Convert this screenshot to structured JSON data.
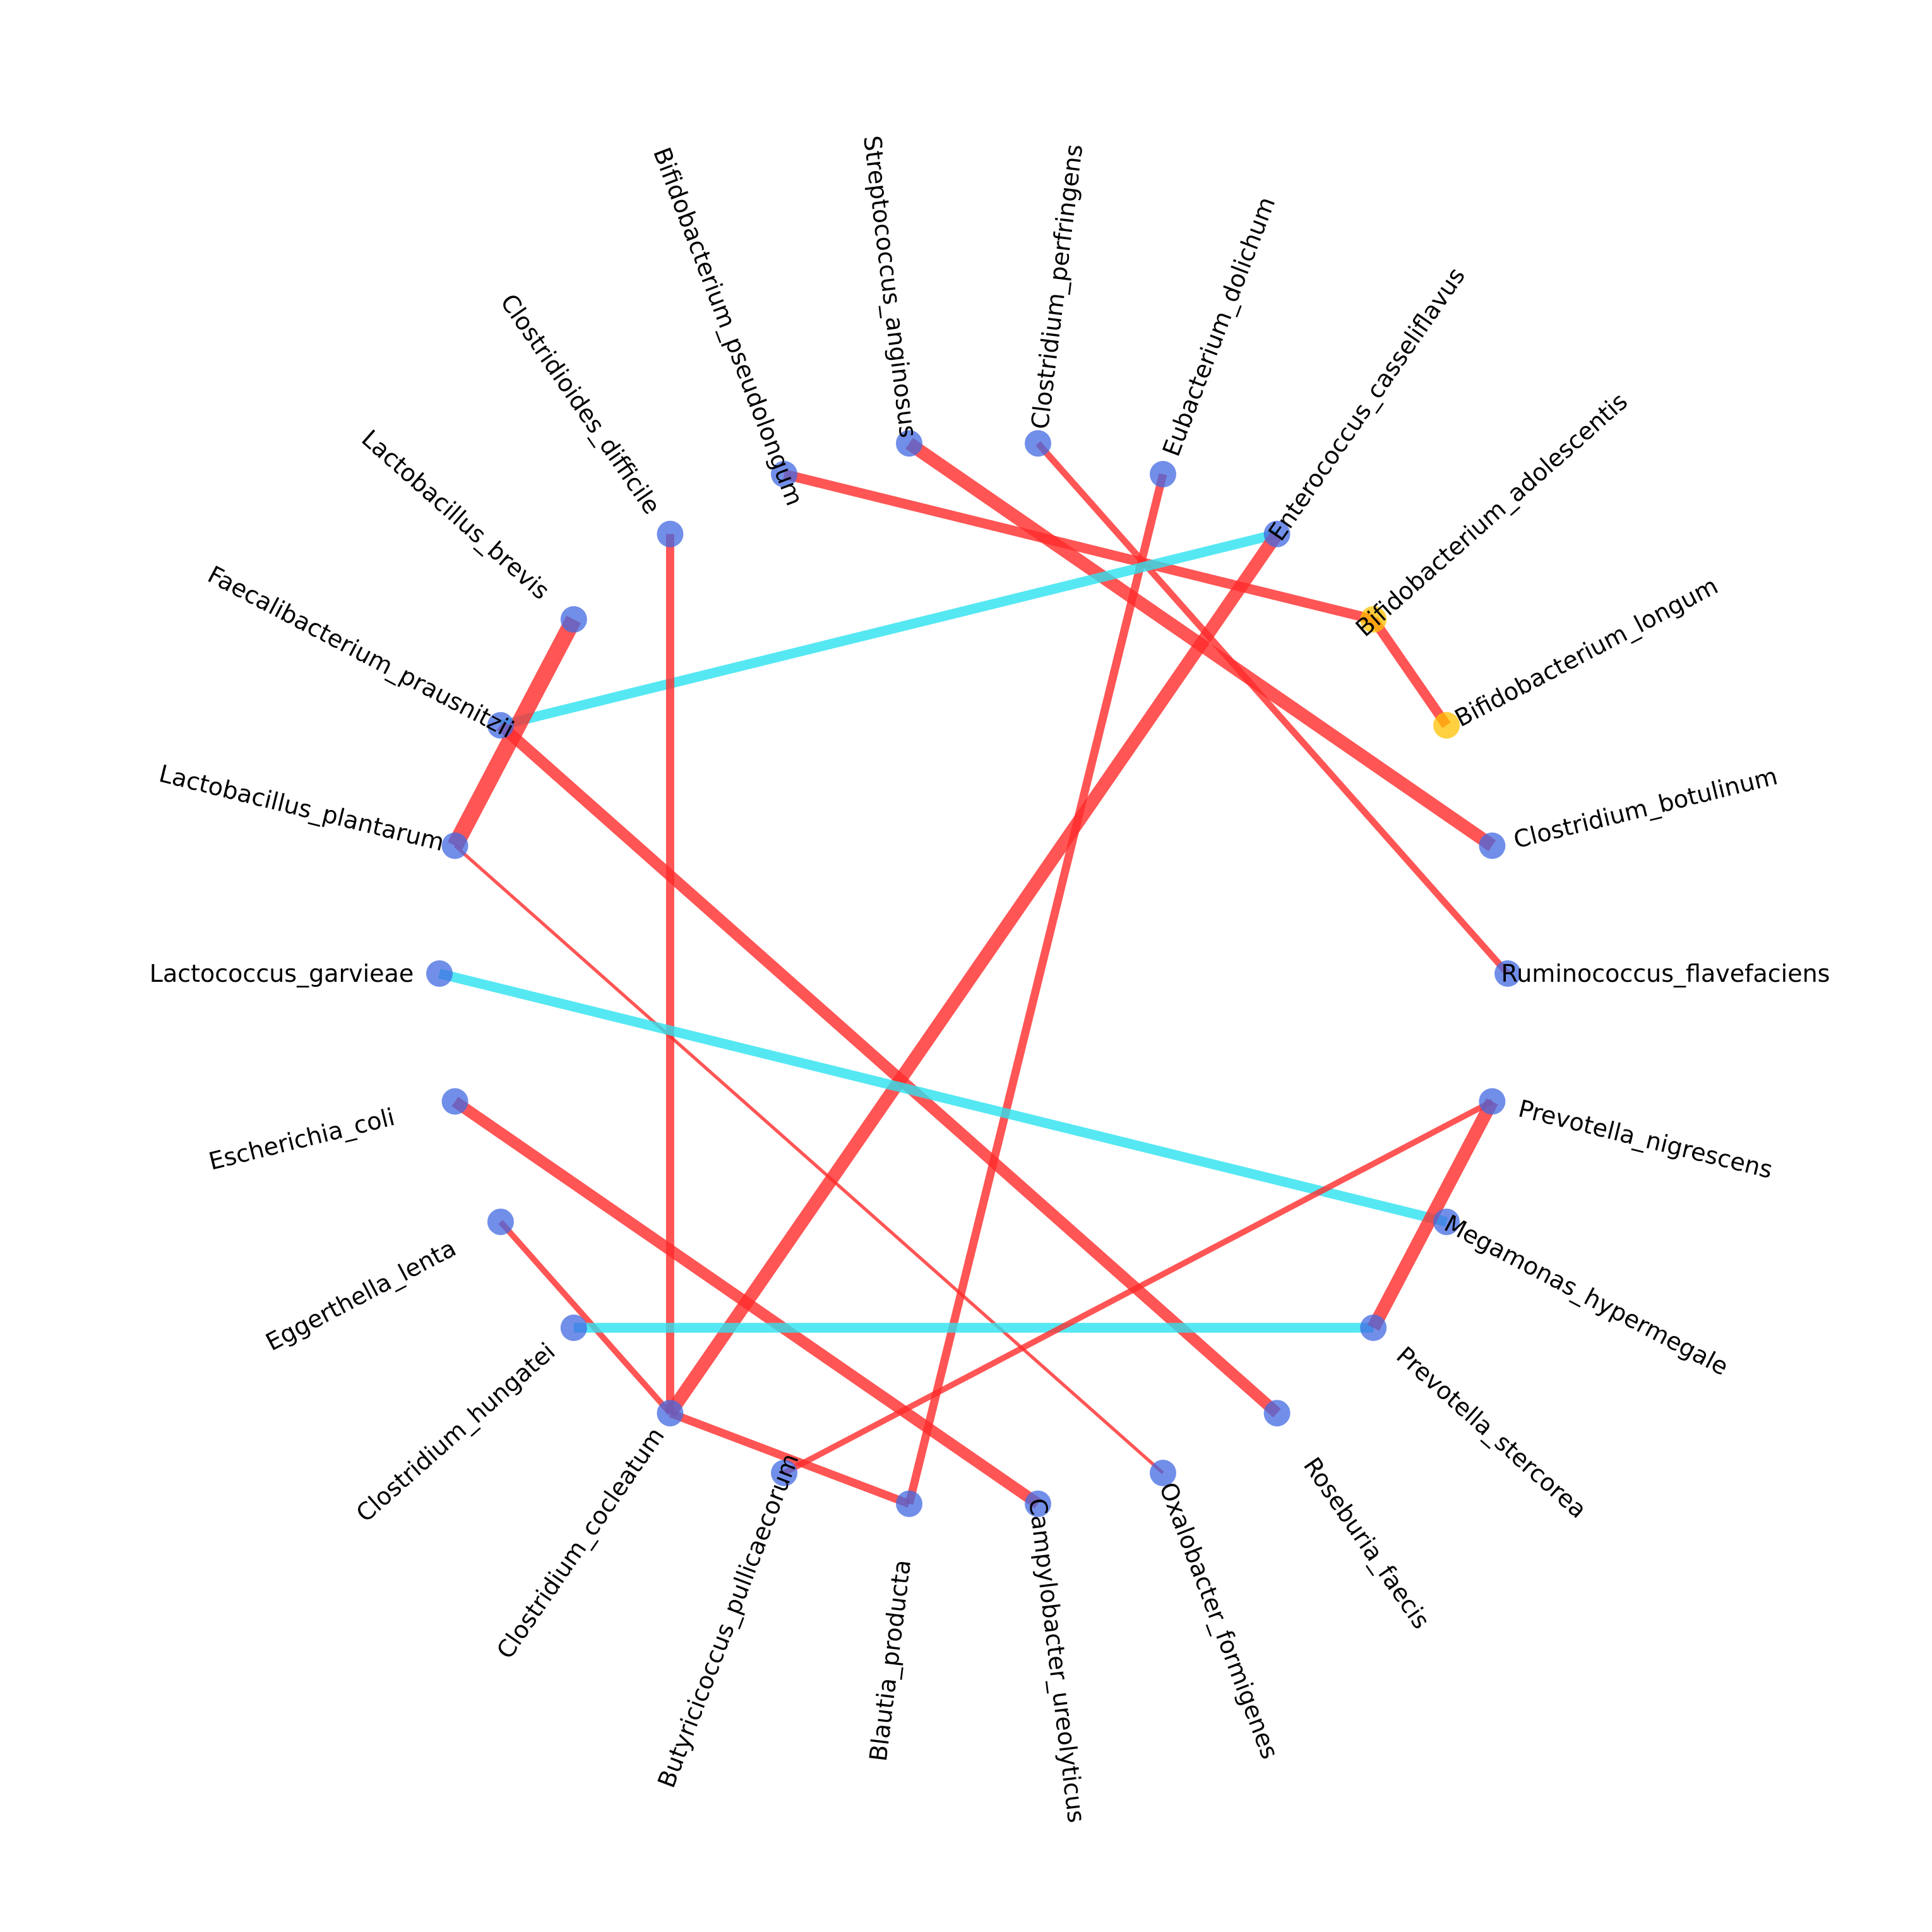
{
  "colors": {
    "node_default": "#4169E1",
    "node_highlight": "#FFC000",
    "edge_positive": "#FF2A2A",
    "edge_negative": "#2BE2F0"
  },
  "nodes": [
    {
      "name": "Ruminococcus_flavefaciens",
      "highlight": false
    },
    {
      "name": "Clostridium_botulinum",
      "highlight": false
    },
    {
      "name": "Bifidobacterium_longum",
      "highlight": true
    },
    {
      "name": "Bifidobacterium_adolescentis",
      "highlight": true
    },
    {
      "name": "Enterococcus_casseliflavus",
      "highlight": false
    },
    {
      "name": "Eubacterium_dolichum",
      "highlight": false
    },
    {
      "name": "Clostridium_perfringens",
      "highlight": false
    },
    {
      "name": "Streptococcus_anginosus",
      "highlight": false
    },
    {
      "name": "Bifidobacterium_pseudolongum",
      "highlight": false
    },
    {
      "name": "Clostridioides_difficile",
      "highlight": false
    },
    {
      "name": "Lactobacillus_brevis",
      "highlight": false
    },
    {
      "name": "Faecalibacterium_prausnitzii",
      "highlight": false
    },
    {
      "name": "Lactobacillus_plantarum",
      "highlight": false
    },
    {
      "name": "Lactococcus_garvieae",
      "highlight": false
    },
    {
      "name": "Escherichia_coli",
      "highlight": false
    },
    {
      "name": "Eggerthella_lenta",
      "highlight": false
    },
    {
      "name": "Clostridium_hungatei",
      "highlight": false
    },
    {
      "name": "Clostridium_cocleatum",
      "highlight": false
    },
    {
      "name": "Butyricicoccus_pullicaecorum",
      "highlight": false
    },
    {
      "name": "Blautia_producta",
      "highlight": false
    },
    {
      "name": "Campylobacter_ureolyticus",
      "highlight": false
    },
    {
      "name": "Oxalobacter_formigenes",
      "highlight": false
    },
    {
      "name": "Roseburia_faecis",
      "highlight": false
    },
    {
      "name": "Prevotella_stercorea",
      "highlight": false
    },
    {
      "name": "Megamonas_hypermegale",
      "highlight": false
    },
    {
      "name": "Prevotella_nigrescens",
      "highlight": false
    }
  ],
  "edges": [
    {
      "source": "Bifidobacterium_pseudolongum",
      "target": "Bifidobacterium_adolescentis",
      "sign": "positive",
      "weight": 3
    },
    {
      "source": "Bifidobacterium_adolescentis",
      "target": "Bifidobacterium_longum",
      "sign": "positive",
      "weight": 3
    },
    {
      "source": "Streptococcus_anginosus",
      "target": "Clostridium_botulinum",
      "sign": "positive",
      "weight": 4
    },
    {
      "source": "Clostridium_perfringens",
      "target": "Ruminococcus_flavefaciens",
      "sign": "positive",
      "weight": 2
    },
    {
      "source": "Eubacterium_dolichum",
      "target": "Blautia_producta",
      "sign": "positive",
      "weight": 2.5
    },
    {
      "source": "Enterococcus_casseliflavus",
      "target": "Faecalibacterium_prausnitzii",
      "sign": "negative",
      "weight": 3
    },
    {
      "source": "Enterococcus_casseliflavus",
      "target": "Clostridium_cocleatum",
      "sign": "positive",
      "weight": 4
    },
    {
      "source": "Clostridioides_difficile",
      "target": "Clostridium_cocleatum",
      "sign": "positive",
      "weight": 2.5
    },
    {
      "source": "Lactobacillus_brevis",
      "target": "Lactobacillus_plantarum",
      "sign": "positive",
      "weight": 5
    },
    {
      "source": "Faecalibacterium_prausnitzii",
      "target": "Roseburia_faecis",
      "sign": "positive",
      "weight": 3.5
    },
    {
      "source": "Lactobacillus_plantarum",
      "target": "Oxalobacter_formigenes",
      "sign": "positive",
      "weight": 1
    },
    {
      "source": "Lactococcus_garvieae",
      "target": "Megamonas_hypermegale",
      "sign": "negative",
      "weight": 3
    },
    {
      "source": "Escherichia_coli",
      "target": "Campylobacter_ureolyticus",
      "sign": "positive",
      "weight": 3.5
    },
    {
      "source": "Eggerthella_lenta",
      "target": "Clostridium_cocleatum",
      "sign": "positive",
      "weight": 1.8
    },
    {
      "source": "Clostridium_hungatei",
      "target": "Prevotella_stercorea",
      "sign": "negative",
      "weight": 3
    },
    {
      "source": "Clostridium_cocleatum",
      "target": "Blautia_producta",
      "sign": "positive",
      "weight": 2.5
    },
    {
      "source": "Butyricicoccus_pullicaecorum",
      "target": "Prevotella_nigrescens",
      "sign": "positive",
      "weight": 1.8
    },
    {
      "source": "Prevotella_nigrescens",
      "target": "Prevotella_stercorea",
      "sign": "positive",
      "weight": 4
    }
  ]
}
